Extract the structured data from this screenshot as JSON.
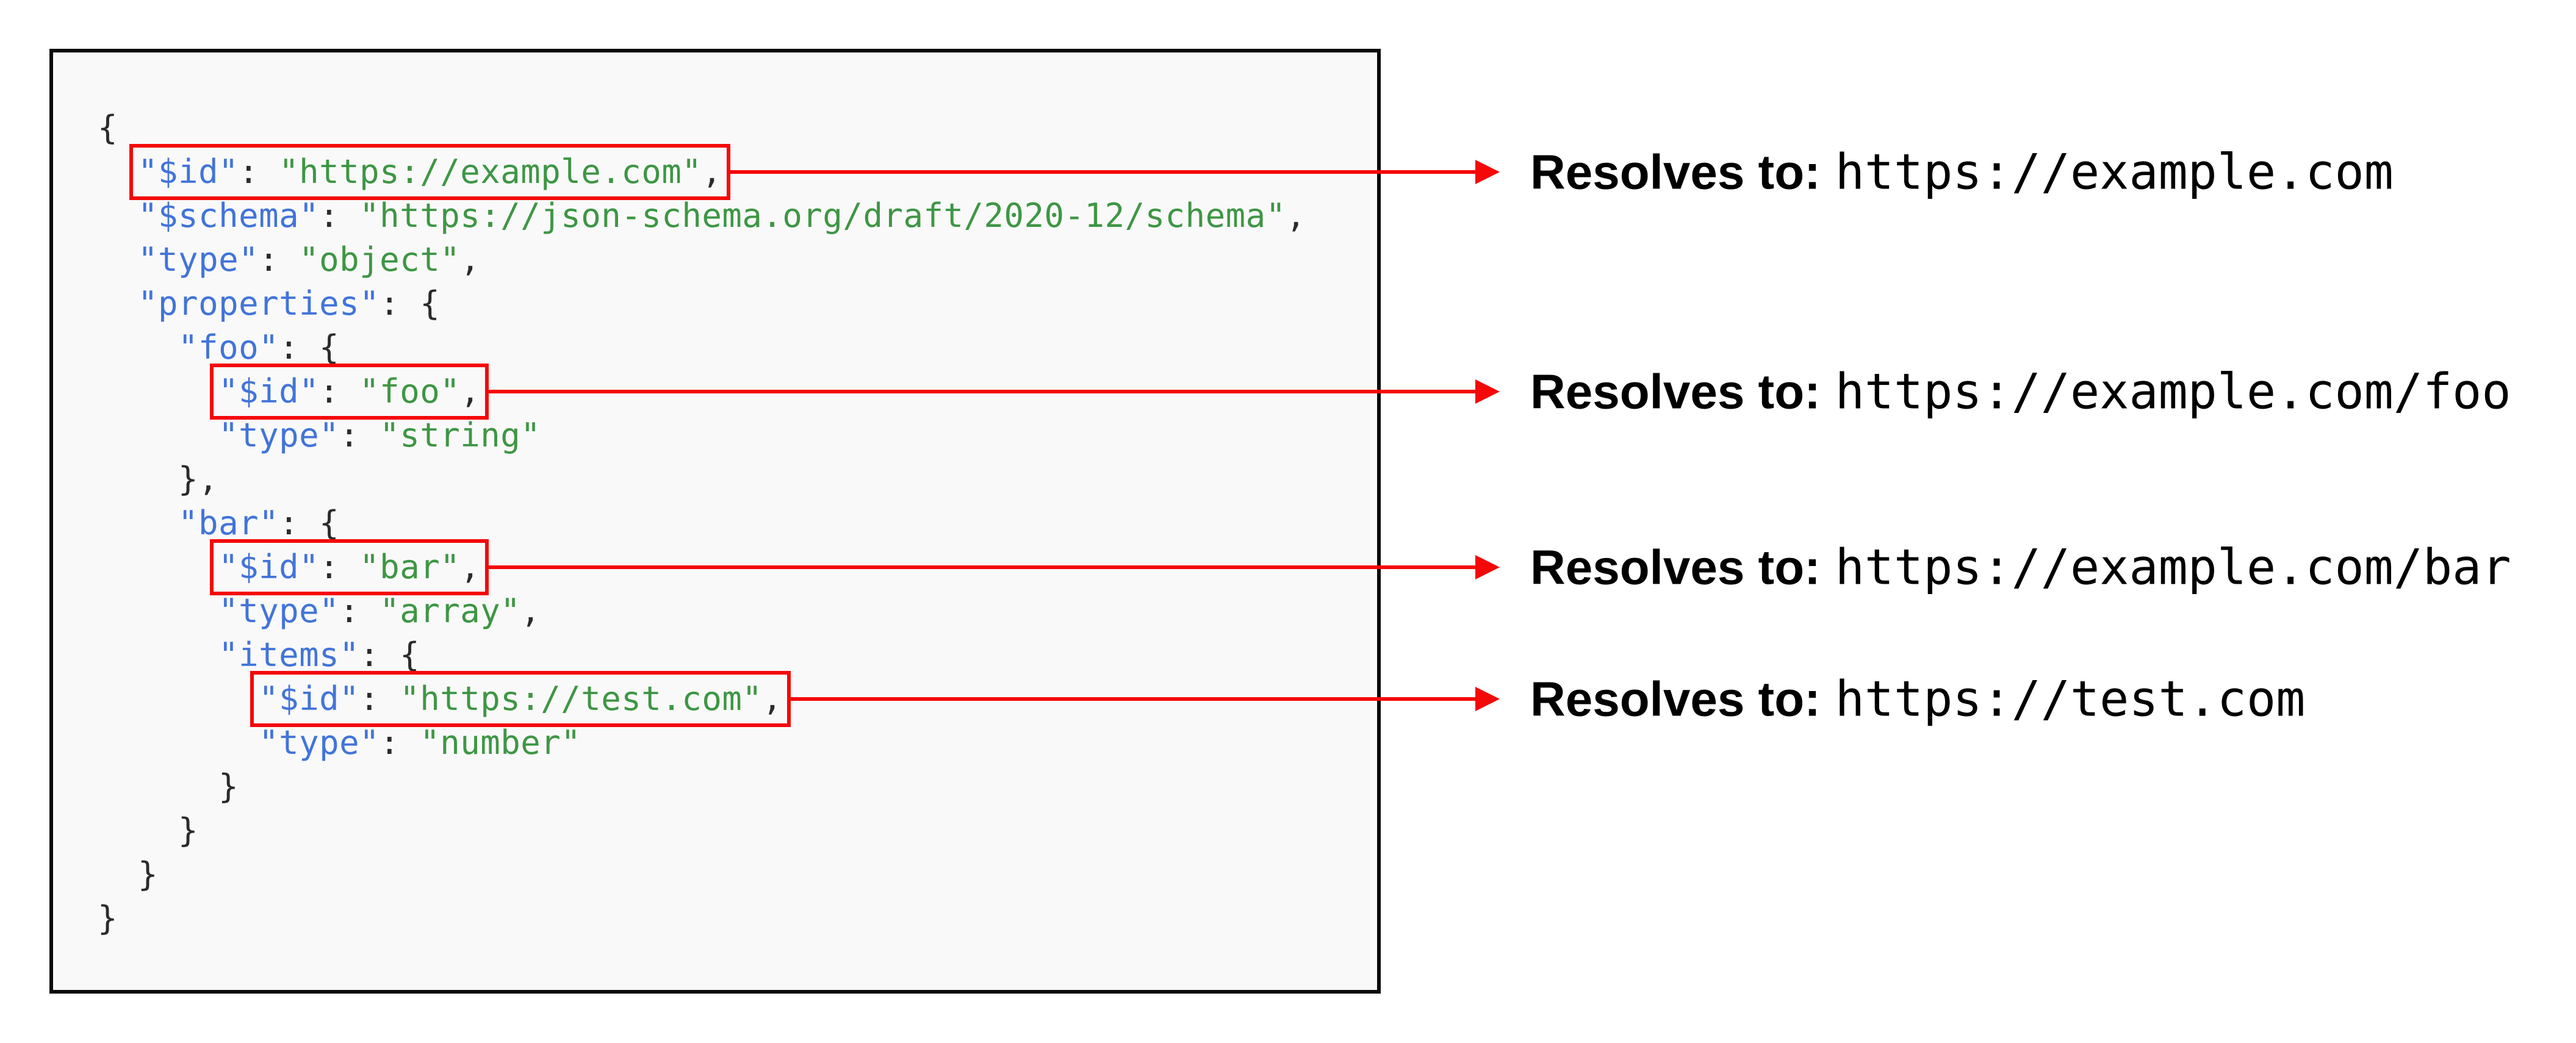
{
  "colors": {
    "key_blue": "#4274d9",
    "string_green": "#3e9644",
    "punctuation": "#2b2b2b",
    "highlight_red": "#f40808",
    "panel_background": "#f9f9f9",
    "panel_border": "#0a0a0a",
    "annotation_text": "#000000"
  },
  "icons": {
    "arrow": "red-right-arrow"
  },
  "code_panel": {
    "language": "json",
    "lines": [
      [
        {
          "t": "p",
          "v": "{"
        }
      ],
      [
        {
          "t": "p",
          "v": "  "
        },
        {
          "t": "k",
          "v": "\"$id\""
        },
        {
          "t": "p",
          "v": ": "
        },
        {
          "t": "s",
          "v": "\"https://example.com\""
        },
        {
          "t": "p",
          "v": ","
        }
      ],
      [
        {
          "t": "p",
          "v": "  "
        },
        {
          "t": "k",
          "v": "\"$schema\""
        },
        {
          "t": "p",
          "v": ": "
        },
        {
          "t": "s",
          "v": "\"https://json-schema.org/draft/2020-12/schema\""
        },
        {
          "t": "p",
          "v": ","
        }
      ],
      [
        {
          "t": "p",
          "v": "  "
        },
        {
          "t": "k",
          "v": "\"type\""
        },
        {
          "t": "p",
          "v": ": "
        },
        {
          "t": "s",
          "v": "\"object\""
        },
        {
          "t": "p",
          "v": ","
        }
      ],
      [
        {
          "t": "p",
          "v": "  "
        },
        {
          "t": "k",
          "v": "\"properties\""
        },
        {
          "t": "p",
          "v": ": {"
        }
      ],
      [
        {
          "t": "p",
          "v": "    "
        },
        {
          "t": "k",
          "v": "\"foo\""
        },
        {
          "t": "p",
          "v": ": {"
        }
      ],
      [
        {
          "t": "p",
          "v": "      "
        },
        {
          "t": "k",
          "v": "\"$id\""
        },
        {
          "t": "p",
          "v": ": "
        },
        {
          "t": "s",
          "v": "\"foo\""
        },
        {
          "t": "p",
          "v": ","
        }
      ],
      [
        {
          "t": "p",
          "v": "      "
        },
        {
          "t": "k",
          "v": "\"type\""
        },
        {
          "t": "p",
          "v": ": "
        },
        {
          "t": "s",
          "v": "\"string\""
        }
      ],
      [
        {
          "t": "p",
          "v": "    },"
        }
      ],
      [
        {
          "t": "p",
          "v": "    "
        },
        {
          "t": "k",
          "v": "\"bar\""
        },
        {
          "t": "p",
          "v": ": {"
        }
      ],
      [
        {
          "t": "p",
          "v": "      "
        },
        {
          "t": "k",
          "v": "\"$id\""
        },
        {
          "t": "p",
          "v": ": "
        },
        {
          "t": "s",
          "v": "\"bar\""
        },
        {
          "t": "p",
          "v": ","
        }
      ],
      [
        {
          "t": "p",
          "v": "      "
        },
        {
          "t": "k",
          "v": "\"type\""
        },
        {
          "t": "p",
          "v": ": "
        },
        {
          "t": "s",
          "v": "\"array\""
        },
        {
          "t": "p",
          "v": ","
        }
      ],
      [
        {
          "t": "p",
          "v": "      "
        },
        {
          "t": "k",
          "v": "\"items\""
        },
        {
          "t": "p",
          "v": ": {"
        }
      ],
      [
        {
          "t": "p",
          "v": "        "
        },
        {
          "t": "k",
          "v": "\"$id\""
        },
        {
          "t": "p",
          "v": ": "
        },
        {
          "t": "s",
          "v": "\"https://test.com\""
        },
        {
          "t": "p",
          "v": ","
        }
      ],
      [
        {
          "t": "p",
          "v": "        "
        },
        {
          "t": "k",
          "v": "\"type\""
        },
        {
          "t": "p",
          "v": ": "
        },
        {
          "t": "s",
          "v": "\"number\""
        }
      ],
      [
        {
          "t": "p",
          "v": "      }"
        }
      ],
      [
        {
          "t": "p",
          "v": "    }"
        }
      ],
      [
        {
          "t": "p",
          "v": "  }"
        }
      ],
      [
        {
          "t": "p",
          "v": "}"
        }
      ]
    ]
  },
  "annotations": [
    {
      "line": 2,
      "highlighted_text": "\"$id\": \"https://example.com\",",
      "resolves_label": "Resolves to:",
      "resolves_to": "https://example.com"
    },
    {
      "line": 7,
      "highlighted_text": "\"$id\": \"foo\",",
      "resolves_label": "Resolves to:",
      "resolves_to": "https://example.com/foo"
    },
    {
      "line": 11,
      "highlighted_text": "\"$id\": \"bar\",",
      "resolves_label": "Resolves to:",
      "resolves_to": "https://example.com/bar"
    },
    {
      "line": 14,
      "highlighted_text": "\"$id\": \"https://test.com\",",
      "resolves_label": "Resolves to:",
      "resolves_to": "https://test.com"
    }
  ]
}
